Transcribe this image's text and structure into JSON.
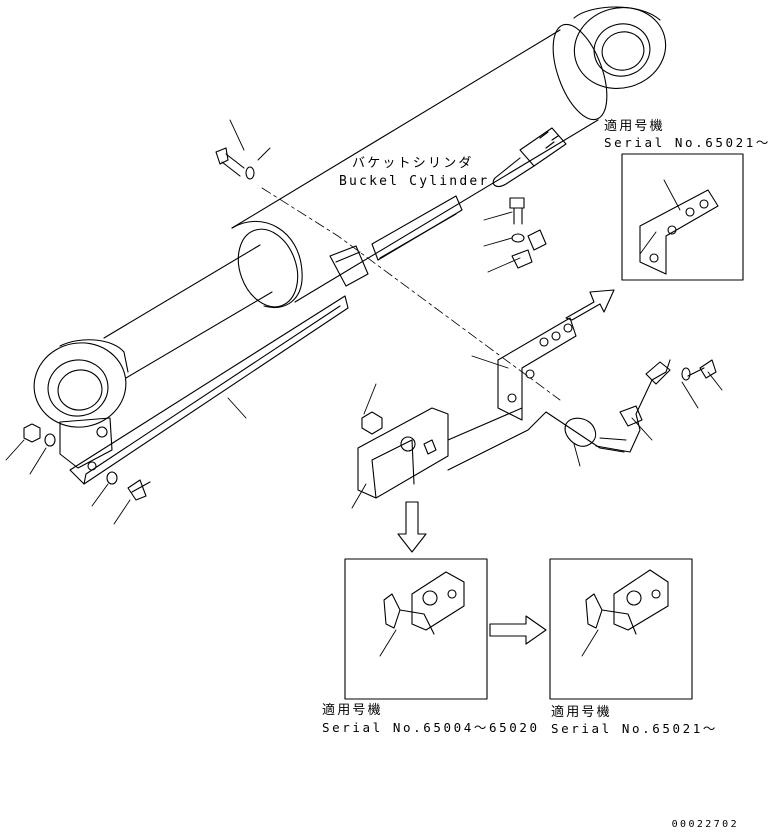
{
  "main": {
    "part_name_jp": "バケットシリンダ",
    "part_name_en": "Buckel Cylinder"
  },
  "insets": [
    {
      "label_jp": "適用号機",
      "serial": "Serial No.65021〜"
    },
    {
      "label_jp": "適用号機",
      "serial": "Serial No.65004〜65020"
    },
    {
      "label_jp": "適用号機",
      "serial": "Serial No.65021〜"
    }
  ],
  "footer": {
    "doc_number": "00022702"
  }
}
